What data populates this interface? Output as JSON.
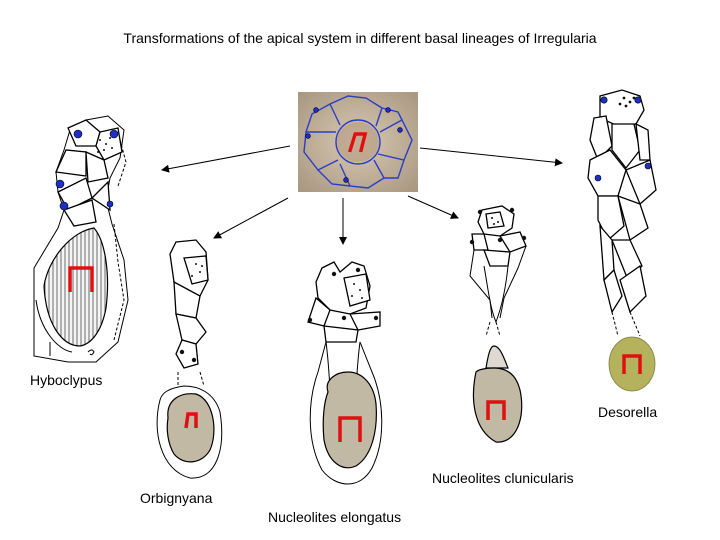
{
  "title": "Transformations of the apical system in different basal lineages of Irregularia",
  "labels": {
    "hyboclypus": "Hyboclypus",
    "orbignyana": "Orbignyana",
    "nucleolites_elongatus": "Nucleolites elongatus",
    "nucleolites_clunicularis": "Nucleolites clunicularis",
    "desorella": "Desorella"
  },
  "colors": {
    "pore_blue": "#1e2fc8",
    "symbol_red": "#e01010",
    "periproct_khaki": "#c2b9a4",
    "periproct_olive": "#b5b25e"
  }
}
